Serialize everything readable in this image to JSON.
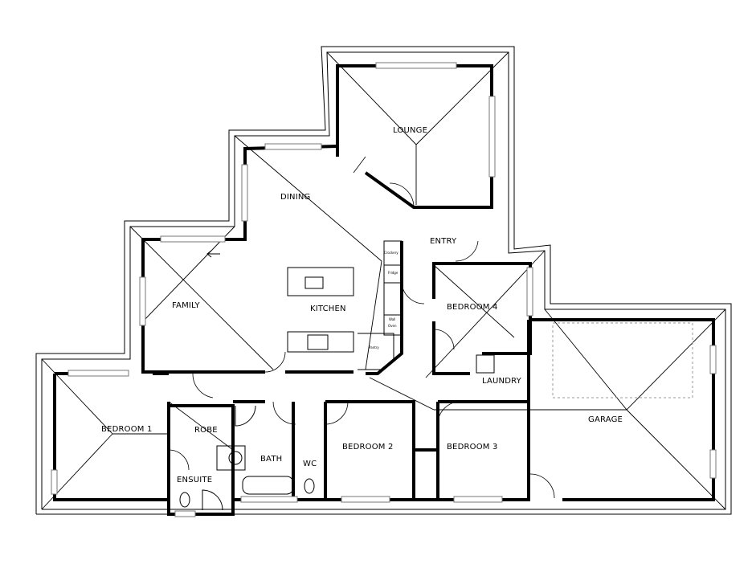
{
  "plan": {
    "rooms": {
      "lounge": "LOUNGE",
      "dining": "DINING",
      "entry": "ENTRY",
      "kitchen": "KITCHEN",
      "family": "FAMILY",
      "bedroom4": "BEDROOM 4",
      "laundry": "LAUNDRY",
      "garage": "GARAGE",
      "bedroom1": "BEDROOM 1",
      "robe": "ROBE",
      "bath": "BATH",
      "wc": "WC",
      "bedroom2": "BEDROOM 2",
      "bedroom3": "BEDROOM 3",
      "ensuite": "ENSUITE"
    },
    "fixtures": {
      "crockery": "Crockery",
      "fridge": "Fridge",
      "wall_oven_1": "Wall",
      "wall_oven_2": "Oven",
      "pantry": "Pantry"
    },
    "colors": {
      "wall": "#000000",
      "roof_line": "#000000",
      "window": "#777777"
    }
  }
}
